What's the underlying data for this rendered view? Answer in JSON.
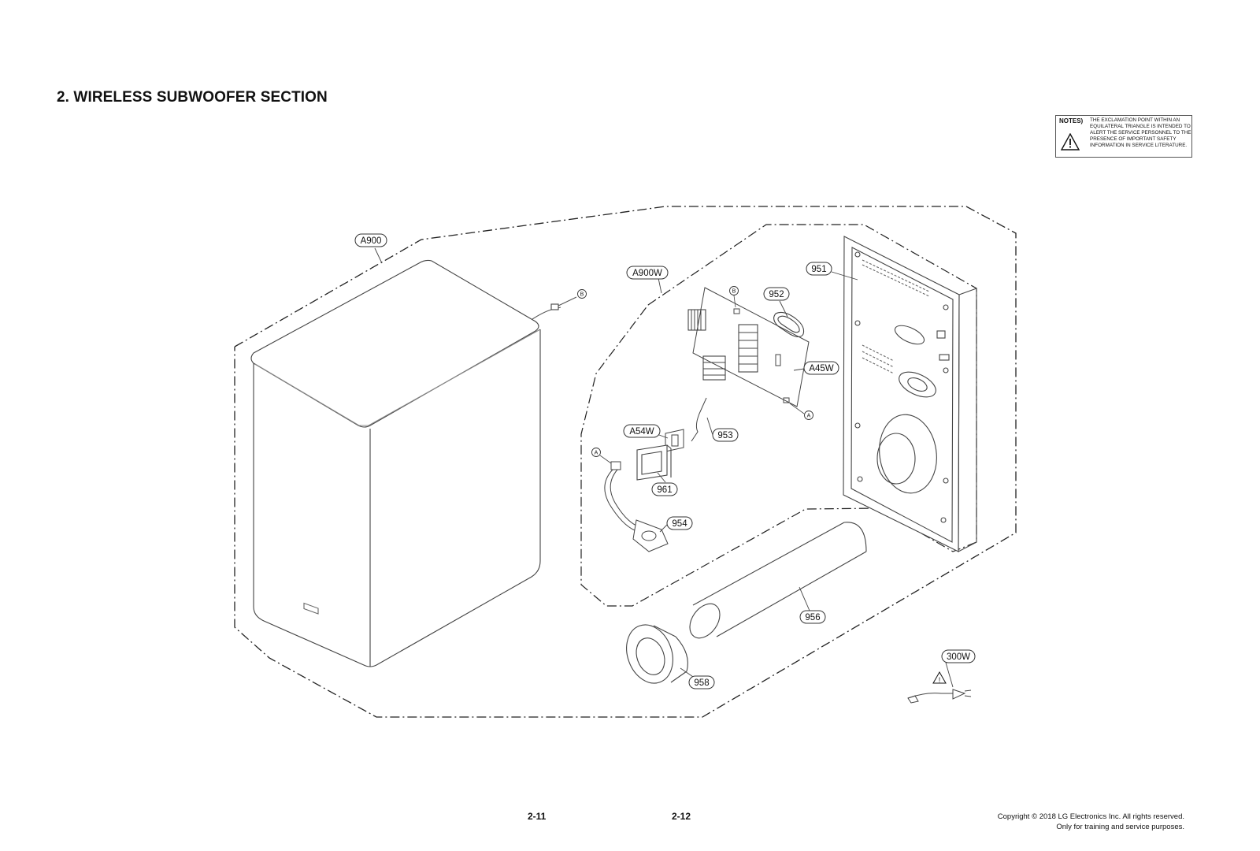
{
  "page": {
    "section_title": "2. WIRELESS SUBWOOFER SECTION",
    "page_left": "2-11",
    "page_right": "2-12",
    "copyright_line1": "Copyright © 2018 LG Electronics Inc. All rights reserved.",
    "copyright_line2": "Only for training and service purposes."
  },
  "notes": {
    "label": "NOTES)",
    "text": "THE EXCLAMATION POINT WITHIN AN EQUILATERAL TRIANGLE IS INTENDED TO ALERT THE SERVICE PERSONNEL TO THE PRESENCE OF IMPORTANT SAFETY INFORMATION IN SERVICE LITERATURE.",
    "icon": "warning-triangle-icon"
  },
  "callouts": {
    "a900": "A900",
    "a900w": "A900W",
    "p951": "951",
    "p952": "952",
    "a45w": "A45W",
    "p953": "953",
    "a54w": "A54W",
    "p961": "961",
    "p954": "954",
    "p956": "956",
    "p958": "958",
    "p300w": "300W"
  },
  "connectors": {
    "b_top": "B",
    "b_board": "B",
    "a_board": "A",
    "a_cable": "A"
  },
  "colors": {
    "line": "#222222",
    "light_line": "#777777"
  }
}
